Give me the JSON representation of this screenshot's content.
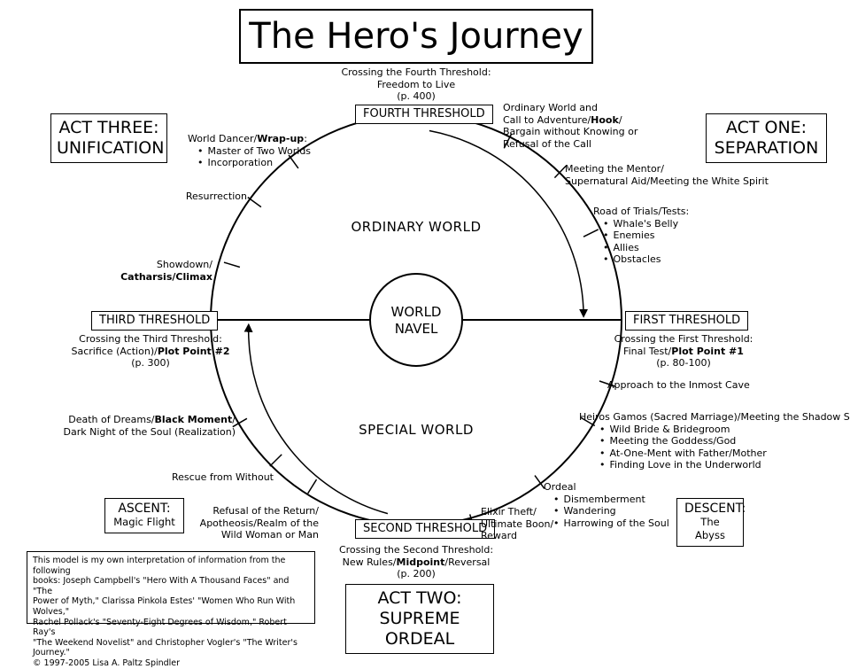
{
  "title": "The Hero's Journey",
  "acts": {
    "one": [
      "ACT ONE:",
      "SEPARATION"
    ],
    "two": [
      "ACT TWO:",
      "SUPREME ORDEAL"
    ],
    "three": [
      "ACT THREE:",
      "UNIFICATION"
    ]
  },
  "ascent": {
    "head": "ASCENT:",
    "sub": "Magic Flight"
  },
  "descent": {
    "head": "DESCENT:",
    "sub": "The Abyss"
  },
  "thresholds": {
    "fourth": "FOURTH THRESHOLD",
    "first": "FIRST THRESHOLD",
    "second": "SECOND THRESHOLD",
    "third": "THIRD THRESHOLD"
  },
  "worlds": {
    "ordinary": "ORDINARY WORLD",
    "special": "SPECIAL WORLD",
    "navel": [
      "WORLD",
      "NAVEL"
    ]
  },
  "stages": {
    "fourth_crossing": [
      "Crossing the Fourth Threshold:",
      "Freedom to Live",
      "(p. 400)"
    ],
    "ordinary_world": {
      "l1": "Ordinary World and",
      "l2a": "Call to Adventure/",
      "l2b": "Hook",
      "l2c": "/",
      "l3": "Bargain without Knowing or",
      "l4": "Refusal of the Call"
    },
    "mentor": [
      "Meeting the Mentor/",
      "Supernatural Aid/Meeting the White Spirit"
    ],
    "trials": {
      "head": "Road of Trials/Tests:",
      "items": [
        "Whale's Belly",
        "Enemies",
        "Allies",
        "Obstacles"
      ]
    },
    "first_crossing": {
      "l1": "Crossing the First Threshold:",
      "l2a": "Final Test/",
      "l2b": "Plot Point #1",
      "l3": "(p. 80-100)"
    },
    "approach": "Approach to the Inmost Cave",
    "heiros": {
      "head": "Heiros Gamos (Sacred Marriage)/Meeting the Shadow Self",
      "items": [
        "Wild Bride & Bridegroom",
        "Meeting the Goddess/God",
        "At-One-Ment with Father/Mother",
        "Finding Love in the Underworld"
      ]
    },
    "ordeal": {
      "head": "Ordeal",
      "items": [
        "Dismemberment",
        "Wandering",
        "Harrowing of the Soul"
      ]
    },
    "elixir": [
      "Elixir Theft/",
      "Ultimate Boon/",
      "Reward"
    ],
    "second_crossing": {
      "l1": "Crossing the Second Threshold:",
      "l2a": "New Rules/",
      "l2b": "Midpoint",
      "l2c": "/Reversal",
      "l3": "(p. 200)"
    },
    "refusal_return": [
      "Refusal of the Return/",
      "Apotheosis/Realm of the",
      "Wild Woman or Man"
    ],
    "rescue": "Rescue from Without",
    "death_dreams": {
      "l1a": "Death of Dreams/",
      "l1b": "Black Moment",
      "l1c": "/",
      "l2": "Dark Night of the Soul (Realization)"
    },
    "third_crossing": {
      "l1": "Crossing the Third Threshold:",
      "l2a": "Sacrifice (Action)/",
      "l2b": "Plot Point #2",
      "l3": "(p. 300)"
    },
    "showdown": {
      "l1": "Showdown/",
      "l2": "Catharsis/Climax"
    },
    "resurrection": "Resurrection",
    "world_dancer": {
      "l1a": "World Dancer/",
      "l1b": "Wrap-up",
      "l1c": ":",
      "items": [
        "Master of Two Worlds",
        "Incorporation"
      ]
    }
  },
  "note": [
    "This model is my own interpretation of information from the following",
    "books: Joseph Campbell's \"Hero With A Thousand Faces\" and \"The",
    "Power of Myth,\" Clarissa Pinkola Estes' \"Women Who Run With Wolves,\"",
    "Rachel Pollack's \"Seventy-Eight Degrees of Wisdom,\" Robert Ray's",
    "\"The Weekend Novelist\" and Christopher Vogler's \"The Writer's Journey.\"",
    "© 1997-2005 Lisa A. Paltz Spindler"
  ]
}
